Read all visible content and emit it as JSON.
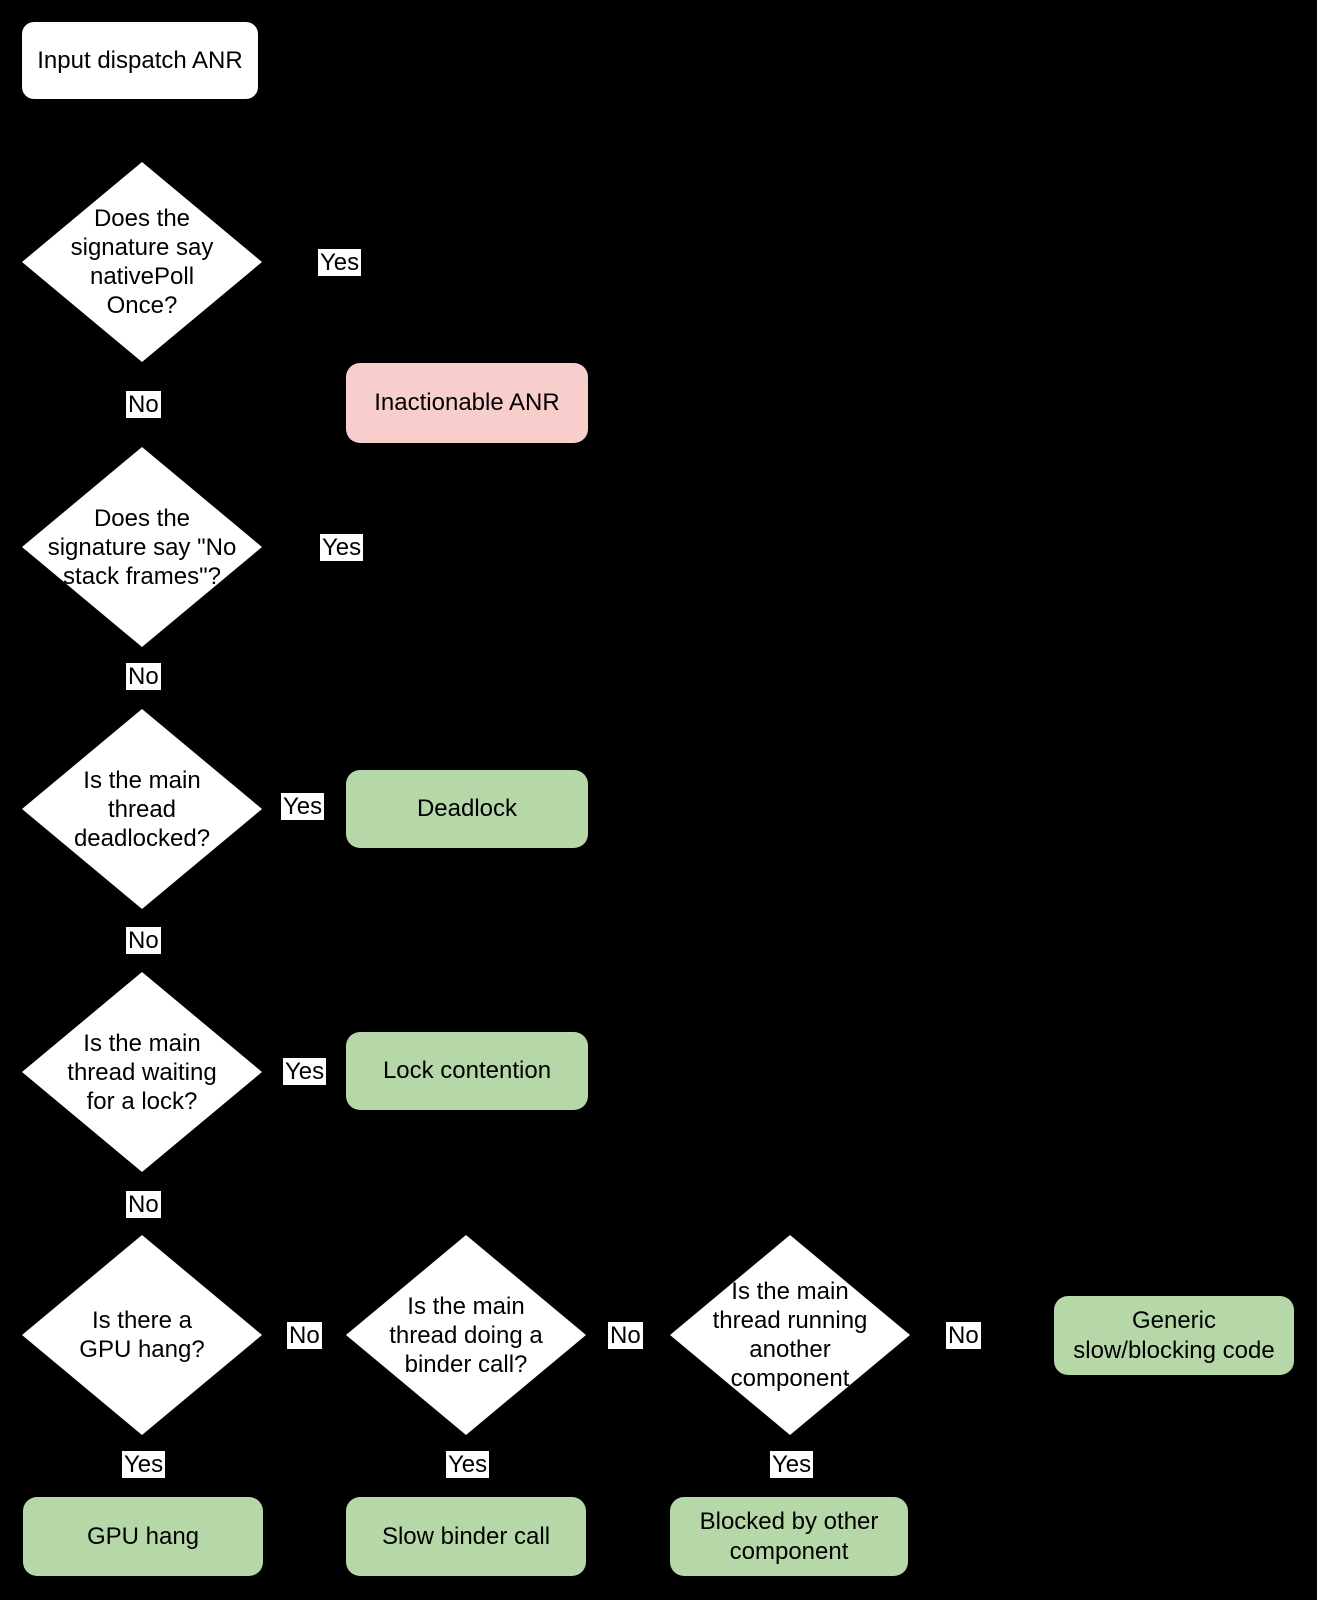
{
  "diagram_title": "Input dispatch ANR triage flowchart",
  "colors": {
    "background": "#000000",
    "decision_fill": "#ffffff",
    "terminal_green": "#b6d7a8",
    "terminal_pink": "#f8cecc",
    "label_bg": "#ffffff",
    "text": "#000000"
  },
  "start": {
    "label": "Input dispatch ANR"
  },
  "decisions": [
    {
      "label": "Does the\nsignature say\nnativePoll\nOnce?"
    },
    {
      "label": "Does the\nsignature say \"No\nstack frames\"?"
    },
    {
      "label": "Is the main\nthread\ndeadlocked?"
    },
    {
      "label": "Is the main\nthread waiting\nfor a lock?"
    },
    {
      "label": "Is there a\nGPU hang?"
    },
    {
      "label": "Is the main\nthread doing a\nbinder call?"
    },
    {
      "label": "Is the main\nthread running\nanother\ncomponent"
    }
  ],
  "outcomes": [
    {
      "label": "Inactionable ANR"
    },
    {
      "label": "Deadlock"
    },
    {
      "label": "Lock contention"
    },
    {
      "label": "GPU hang"
    },
    {
      "label": "Slow binder call"
    },
    {
      "label": "Blocked by other\ncomponent"
    },
    {
      "label": "Generic\nslow/blocking code"
    }
  ],
  "edge_labels": {
    "yes": "Yes",
    "no": "No"
  }
}
